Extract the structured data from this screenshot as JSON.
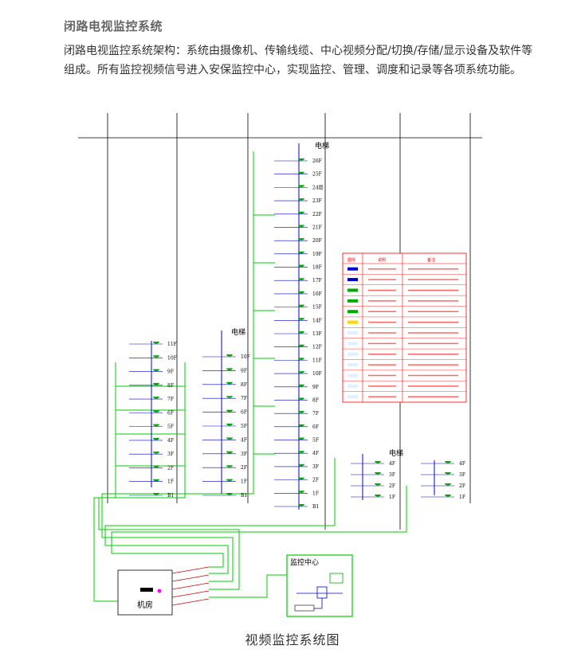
{
  "heading": "闭路电视监控系统",
  "intro": "闭路电视监控系统架构：系统由摄像机、传输线缆、中心视频分配/切换/存储/显示设备及软件等组成。所有监控视频信号进入安保监控中心，实现监控、管理、调度和记录等各项系统功能。",
  "caption": "视频监控系统图",
  "colors": {
    "structure": "#000000",
    "cable": "#00cc00",
    "signal_blue": "#0000cc",
    "legend_border": "#ff0000",
    "camera": "#00aa00",
    "accent_yellow": "#ffd700",
    "accent_magenta": "#ff00ff"
  },
  "diagram": {
    "buildings": {
      "b1": {
        "floors": [
          "11F",
          "10F",
          "9F",
          "8F",
          "7F",
          "6F",
          "5F",
          "4F",
          "3F",
          "2F",
          "1F",
          "B1"
        ]
      },
      "b2": {
        "elevator": "电梯",
        "floors": [
          "10F",
          "9F",
          "8F",
          "7F",
          "6F",
          "5F",
          "4F",
          "3F",
          "2F",
          "1F",
          "B1"
        ]
      },
      "b3": {
        "elevator": "电梯",
        "floors": [
          "26F",
          "25F",
          "24层",
          "23F",
          "22F",
          "21F",
          "20F",
          "19F",
          "18F",
          "17F",
          "16F",
          "15F",
          "14F",
          "13F",
          "12F",
          "11F",
          "10F",
          "9F",
          "8F",
          "7F",
          "6F",
          "5F",
          "4F",
          "3F",
          "2F",
          "1F",
          "B1"
        ]
      },
      "b4": {
        "elevator": "电梯",
        "floors": [
          "4F",
          "3F",
          "2F",
          "1F"
        ]
      },
      "b5": {
        "floors": [
          "4F",
          "3F",
          "2F",
          "1F"
        ]
      }
    },
    "machine_room": "机房",
    "monitor_center": "监控中心",
    "legend": {
      "headers": [
        "图例",
        "说明",
        "备注"
      ],
      "rows": 13
    }
  }
}
